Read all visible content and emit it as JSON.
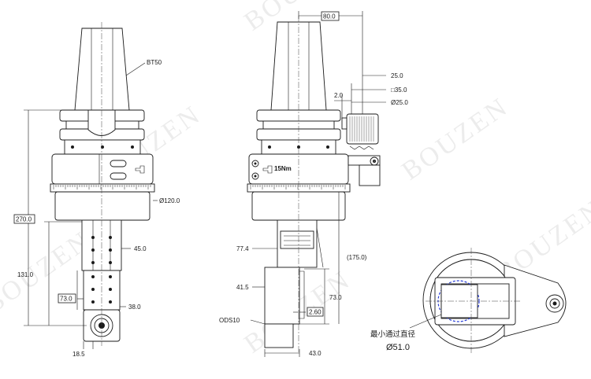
{
  "watermark": "BOUZEN",
  "labels": {
    "taper": "BT50",
    "torque": "15Nm",
    "min_pass_label": "最小通过直径",
    "min_pass_value": "Ø51.0"
  },
  "dims": {
    "overall_length": "270.0",
    "body_dia": "Ø120.0",
    "length_131": "131.0",
    "width_45": "45.0",
    "box_73": "73.0",
    "width_38": "38.0",
    "bottom_185": "18.5",
    "offset_80": "80.0",
    "stop_25": "25.0",
    "square_35": "□35.0",
    "dia_25": "Ø25.0",
    "gap_20": "2.0",
    "dim_774": "77.4",
    "dim_175": "(175.0)",
    "dim_415": "41.5",
    "dim_73_side": "73.0",
    "box_260": "2.60",
    "ods10": "ODS10",
    "dim_43": "43.0"
  }
}
